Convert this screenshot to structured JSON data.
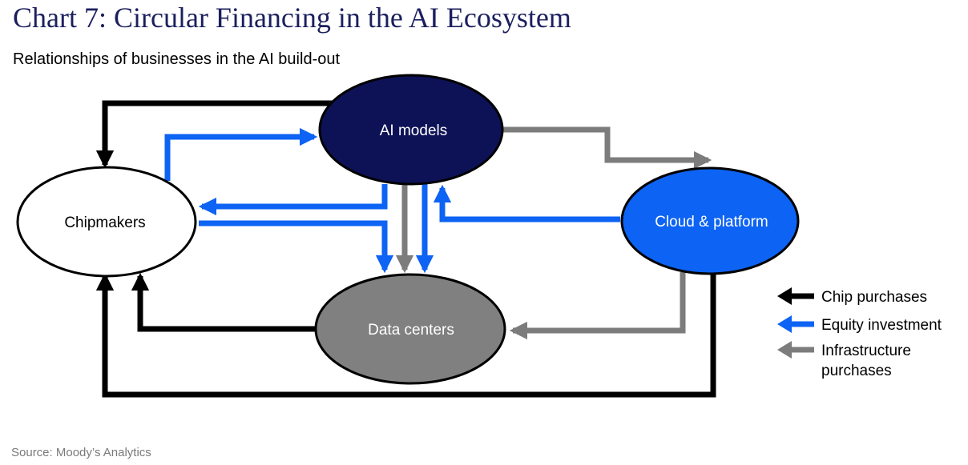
{
  "title": "Chart 7: Circular Financing in the AI Ecosystem",
  "subtitle": "Relationships of businesses in the AI build-out",
  "source": "Source: Moody’s Analytics",
  "colors": {
    "chip": "#000000",
    "equity": "#0d63f3",
    "infra": "#7c7c7c",
    "ai_models_fill": "#0d1257",
    "cloud_fill": "#0d63f3",
    "datacenter_fill": "#808080",
    "chipmakers_fill": "#ffffff"
  },
  "nodes": {
    "chipmakers": "Chipmakers",
    "ai_models": "AI models",
    "cloud": "Cloud & platform",
    "data_centers": "Data centers"
  },
  "legend": {
    "chip": "Chip purchases",
    "equity": "Equity investment",
    "infra_line1": "Infrastructure",
    "infra_line2": "purchases"
  }
}
